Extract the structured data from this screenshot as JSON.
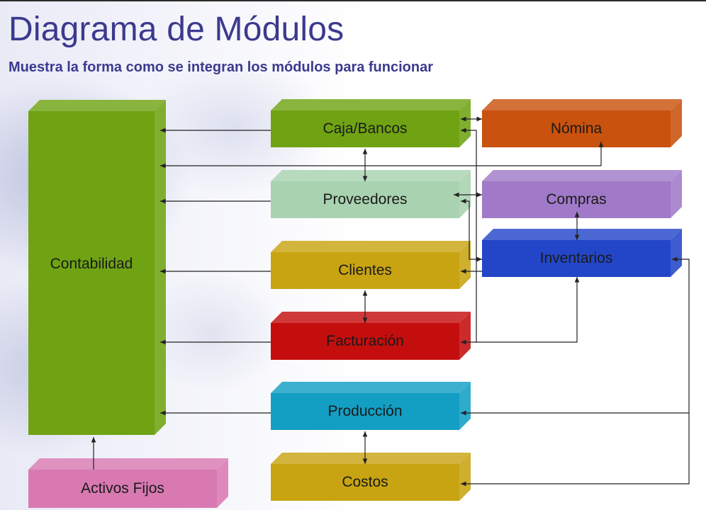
{
  "title": "Diagrama de Módulos",
  "subtitle": "Muestra la forma como se integran los módulos para funcionar",
  "modules": {
    "contabilidad": {
      "label": "Contabilidad",
      "color": "#6fa313"
    },
    "activos_fijos": {
      "label": "Activos Fijos",
      "color": "#d879b2"
    },
    "caja_bancos": {
      "label": "Caja/Bancos",
      "color": "#6fa313"
    },
    "proveedores": {
      "label": "Proveedores",
      "color": "#a9d2b0"
    },
    "clientes": {
      "label": "Clientes",
      "color": "#c9a412"
    },
    "facturacion": {
      "label": "Facturación",
      "color": "#c40e0e"
    },
    "produccion": {
      "label": "Producción",
      "color": "#139fc4"
    },
    "costos": {
      "label": "Costos",
      "color": "#c9a412"
    },
    "nomina": {
      "label": "Nómina",
      "color": "#c9520e"
    },
    "compras": {
      "label": "Compras",
      "color": "#a07ac8"
    },
    "inventarios": {
      "label": "Inventarios",
      "color": "#2346c8"
    }
  }
}
